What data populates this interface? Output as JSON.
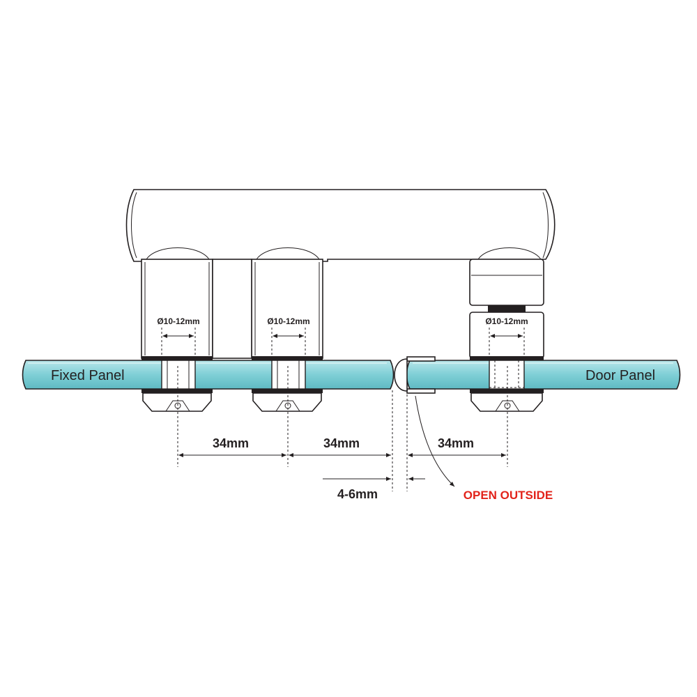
{
  "labels": {
    "fixed_panel": "Fixed Panel",
    "door_panel": "Door Panel",
    "diameter_1": "Ø10-12mm",
    "diameter_2": "Ø10-12mm",
    "diameter_3": "Ø10-12mm",
    "dim_1": "34mm",
    "dim_2": "34mm",
    "dim_3": "34mm",
    "gap": "4-6mm",
    "open_direction": "OPEN OUTSIDE"
  },
  "colors": {
    "glass": "#7fcfd6",
    "glass_edge": "#231f20",
    "line": "#231f20",
    "warning": "#e2231a"
  }
}
